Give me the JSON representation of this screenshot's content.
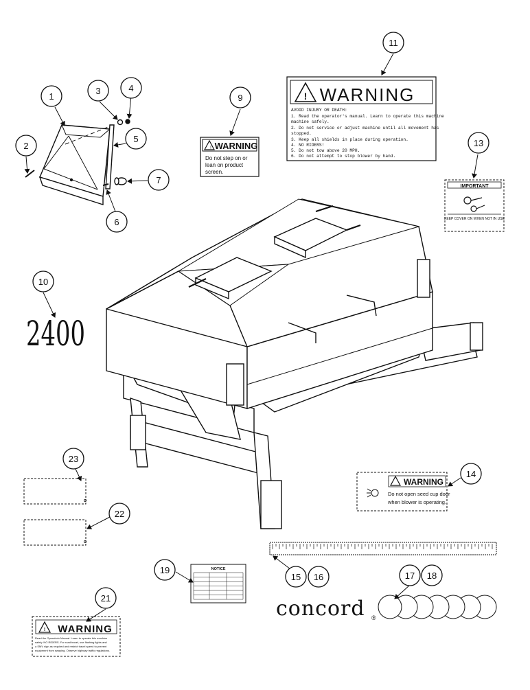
{
  "callouts": [
    "1",
    "2",
    "3",
    "4",
    "5",
    "6",
    "7",
    "9",
    "10",
    "11",
    "13",
    "14",
    "15",
    "16",
    "17",
    "18",
    "19",
    "21",
    "22",
    "23"
  ],
  "model_number": "2400",
  "brand": "concord",
  "brand_mark": "®",
  "decal_9": {
    "title": "WARNING",
    "lines": [
      "Do not step on or",
      "lean on product",
      "screen."
    ]
  },
  "decal_11": {
    "title": "WARNING",
    "lines": [
      "AVOID INJURY OR DEATH:",
      "1. Read the operator's manual. Learn to operate this machine",
      "   machine safely.",
      "2. Do not service or adjust machine until all movement has",
      "   stopped.",
      "3. Keep all shields in place during operation.",
      "4. NO RIDERS!",
      "5. Do not tow above 20 MPH.",
      "6. Do not attempt to stop blower by hand."
    ]
  },
  "decal_13": {
    "title": "IMPORTANT",
    "caption": "KEEP COVER ON WHEN NOT IN USE"
  },
  "decal_14": {
    "title": "WARNING",
    "lines": [
      "Do not open seed cup door",
      "when blower is operating."
    ]
  },
  "decal_19": {
    "title": "NOTICE"
  },
  "decal_21": {
    "title": "WARNING",
    "lines": [
      "Read the Operator's Manual. Learn to operate this machine",
      "safely. NO RIDERS. For road travel, use flashing lights and",
      "a SMV sign as required and restrict travel speed to prevent",
      "equipment from swaying. Observe highway traffic regulations."
    ]
  }
}
